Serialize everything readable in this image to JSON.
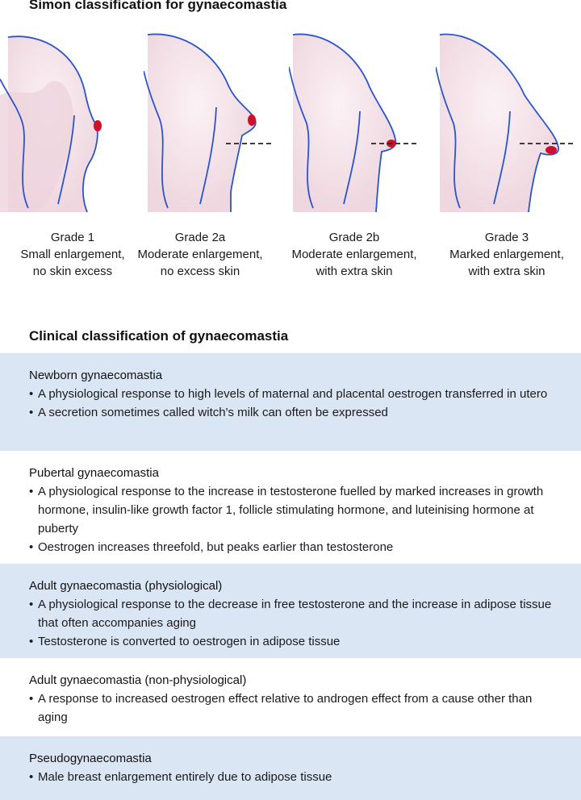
{
  "simon": {
    "title": "Simon classification for gynaecomastia",
    "grades": [
      {
        "title": "Grade 1",
        "desc1": "Small enlargement,",
        "desc2": "no skin excess"
      },
      {
        "title": "Grade 2a",
        "desc1": "Moderate enlargement,",
        "desc2": "no excess skin"
      },
      {
        "title": "Grade 2b",
        "desc1": "Moderate enlargement,",
        "desc2": "with extra skin"
      },
      {
        "title": "Grade 3",
        "desc1": "Marked enlargement,",
        "desc2": "with extra skin"
      }
    ]
  },
  "clinical": {
    "title": "Clinical classification of gynaecomastia",
    "rows": [
      {
        "title": "Newborn gynaecomastia",
        "bullets": [
          "A physiological response to high levels of maternal and placental oestrogen transferred in utero",
          "A secretion sometimes called witch's milk can often be expressed"
        ]
      },
      {
        "title": "Pubertal gynaecomastia",
        "bullets": [
          "A physiological response to the increase in testosterone fuelled by marked increases in growth hormone, insulin-like growth factor 1, follicle stimulating hormone, and luteinising hormone at puberty",
          "Oestrogen increases threefold, but peaks earlier than testosterone"
        ]
      },
      {
        "title": "Adult gynaecomastia (physiological)",
        "bullets": [
          "A physiological response to the decrease in free testosterone and the increase in adipose tissue that often accompanies aging",
          "Testosterone is converted to oestrogen in adipose tissue"
        ]
      },
      {
        "title": "Adult gynaecomastia (non-physiological)",
        "bullets": [
          "A response to increased oestrogen effect relative to androgen effect from a cause other than aging"
        ]
      },
      {
        "title": "Pseudogynaecomastia",
        "bullets": [
          "Male breast enlargement entirely due to adipose tissue"
        ]
      }
    ]
  },
  "colors": {
    "outline": "#2a55c9",
    "body_fill": "#f6e7ec",
    "nipple": "#d0102a",
    "row_shade": "#dbe6f5"
  }
}
